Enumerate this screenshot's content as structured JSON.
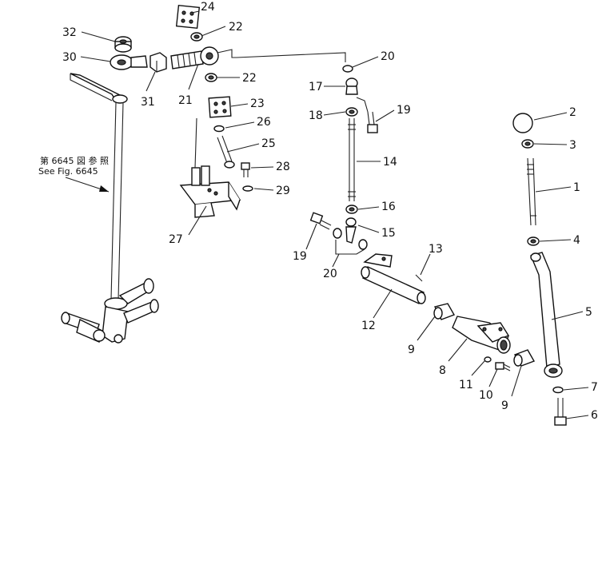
{
  "reference_note": {
    "line1": "第 6645 図 参 照",
    "line2": "See Fig. 6645"
  },
  "callouts": {
    "c1": "1",
    "c2": "2",
    "c3": "3",
    "c4": "4",
    "c5": "5",
    "c6": "6",
    "c7": "7",
    "c8": "8",
    "c9a": "9",
    "c9b": "9",
    "c10": "10",
    "c11": "11",
    "c12": "12",
    "c13": "13",
    "c14": "14",
    "c15": "15",
    "c16": "16",
    "c17": "17",
    "c18": "18",
    "c19a": "19",
    "c19b": "19",
    "c20a": "20",
    "c20b": "20",
    "c21": "21",
    "c22a": "22",
    "c22b": "22",
    "c23": "23",
    "c24": "24",
    "c25": "25",
    "c26": "26",
    "c27": "27",
    "c28": "28",
    "c29": "29",
    "c30": "30",
    "c31": "31",
    "c32": "32"
  }
}
